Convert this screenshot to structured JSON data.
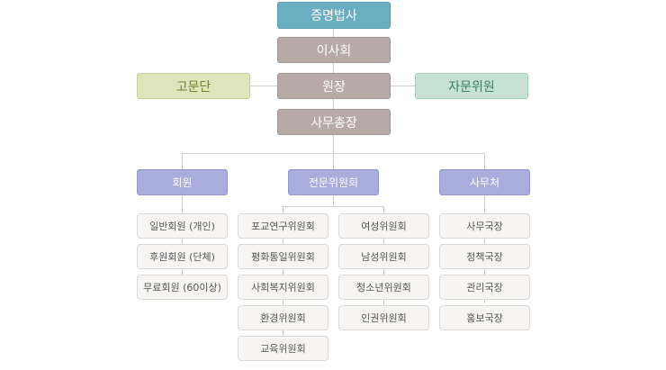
{
  "org": {
    "certifier": "증명법사",
    "board": "이사회",
    "head": "원장",
    "secretary_general": "사무총장",
    "advisory_group": "고문단",
    "consulting_committee": "자문위원",
    "departments": {
      "members": {
        "title": "회원",
        "items": [
          "일반회원 (개인)",
          "후원회원 (단체)",
          "무료회원 (60이상)"
        ]
      },
      "committees": {
        "title": "전문위원회",
        "left_items": [
          "포교연구위원회",
          "평화통일위원회",
          "사회복지위원회",
          "환경위원회",
          "교육위원회"
        ],
        "right_items": [
          "여성위원회",
          "남성위원회",
          "청소년위원회",
          "인권위원회"
        ]
      },
      "office": {
        "title": "사무처",
        "items": [
          "사무국장",
          "정책국장",
          "관리국장",
          "홍보국장"
        ]
      }
    }
  }
}
